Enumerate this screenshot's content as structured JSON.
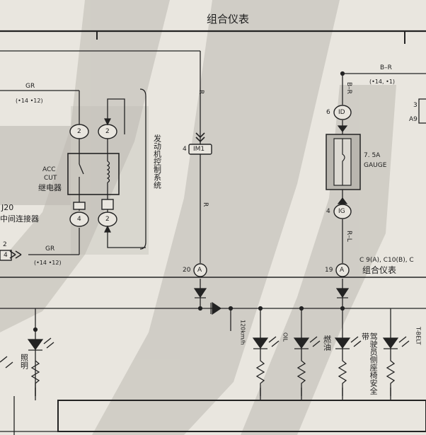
{
  "diagram": {
    "title": "组合仪表",
    "wires": {
      "gr_top": "GR",
      "gr_top_note": "(•14 •12)",
      "gr_bottom": "GR",
      "gr_bottom_note": "(•14 •12)",
      "r_upper": "R",
      "r_lower": "R",
      "b_r_main": "B–R",
      "b_r_note": "(•14, •1)",
      "b_r_vertical": "B–R",
      "r_l": "R–L"
    },
    "relay": {
      "label_line1": "ACC",
      "label_line2": "CUT",
      "label_line3": "继电器",
      "pins": [
        "2",
        "2",
        "4",
        "2"
      ]
    },
    "engine_system": "发动机控制系统",
    "connector_j20": {
      "code": "J20",
      "name": "中间连接器",
      "pin": "2",
      "pin_box": "4"
    },
    "im1": {
      "pin": "4",
      "label": "IM1"
    },
    "fuse": {
      "pin_in": "6",
      "in_label": "ID",
      "rating": "7. 5A",
      "name": "GAUGE",
      "pin_out": "4",
      "out_label": "IG"
    },
    "right_connector": {
      "pin_top": "3",
      "pin_bottom": "A9"
    },
    "cluster": {
      "terminal_a1": "20",
      "terminal_a2": "19",
      "terminal_letter": "A",
      "connectors": "C 9(A), C10(B), C",
      "name": "组合仪表"
    },
    "indicators": {
      "illumination": "照明",
      "speed": "120km/h",
      "oil_level": "OIL",
      "fuel": "燃油",
      "seatbelt": "驾驶员侧座椅安全带",
      "t_belt": "T-BELT"
    }
  }
}
